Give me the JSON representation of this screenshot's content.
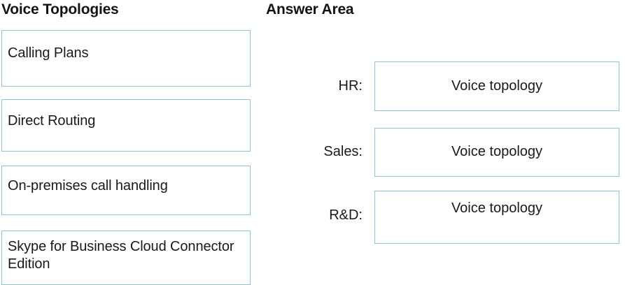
{
  "colors": {
    "tile_border": "#8ec6d6",
    "text": "#1a1a1a",
    "heading": "#141414",
    "background": "#ffffff"
  },
  "left_panel": {
    "heading": "Voice Topologies",
    "tiles": [
      {
        "label": "Calling Plans"
      },
      {
        "label": "Direct Routing"
      },
      {
        "label": "On-premises call handling"
      },
      {
        "label": "Skype for Business Cloud Connector Edition"
      }
    ]
  },
  "answer_area": {
    "heading": "Answer Area",
    "rows": [
      {
        "label": "HR:",
        "value": "Voice topology"
      },
      {
        "label": "Sales:",
        "value": "Voice topology"
      },
      {
        "label": "R&D:",
        "value": "Voice topology"
      }
    ]
  }
}
